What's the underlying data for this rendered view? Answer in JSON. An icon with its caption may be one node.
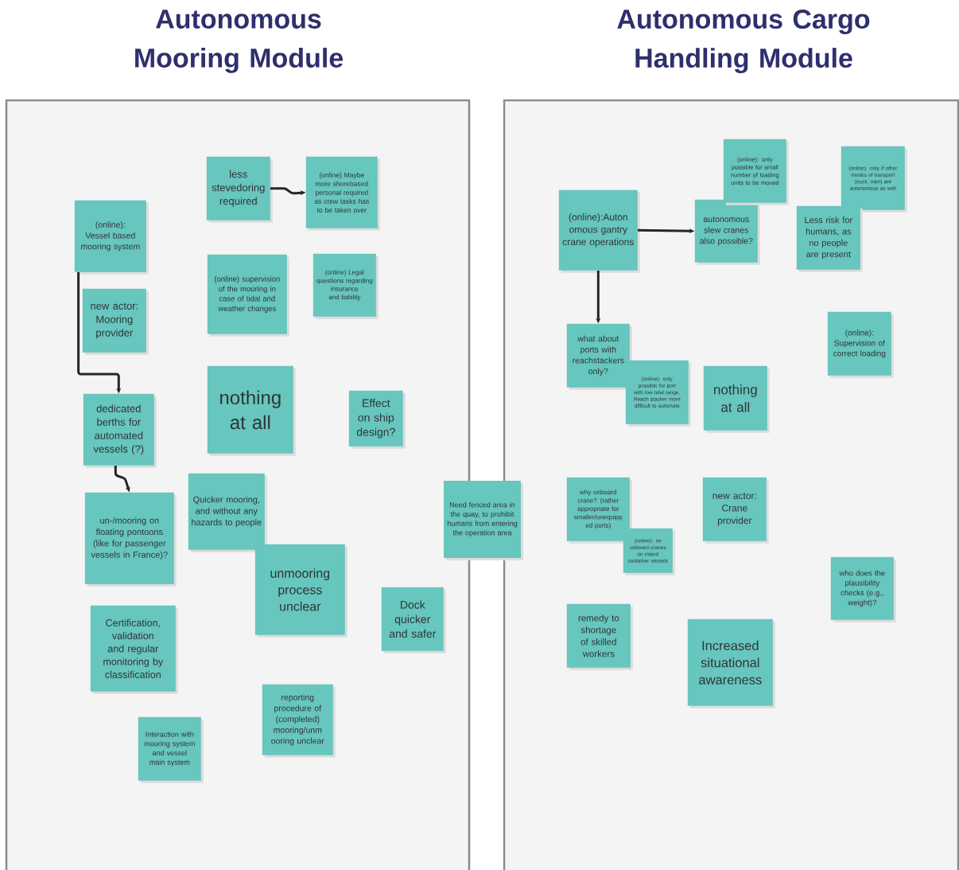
{
  "diagram": {
    "nodes": [
      {
        "text": [
          "Autonomous Mooring Module"
        ]
      },
      {
        "text": [
          "Autonomous Cargo Handling Module"
        ]
      },
      {
        "text": [
          "(online): Vessel based mooring system"
        ],
        "in": 0
      },
      {
        "text": [
          "less stevedoring required"
        ],
        "in": 0
      },
      {
        "text": [
          "(online) Maybe more shorebased personal required as crew tasks has to be taken over"
        ],
        "in": 0
      },
      {
        "text": [
          "new actor: Mooring provider"
        ],
        "in": 0
      },
      {
        "text": [
          "(online) supervision of the mooring in case of tidal and weather changes"
        ],
        "in": 0
      },
      {
        "text": [
          "(online) Legal questions regarding insurance and liability"
        ],
        "in": 0
      },
      {
        "text": [
          "nothing at all"
        ],
        "in": 0
      },
      {
        "text": [
          "Effect on ship design?"
        ],
        "in": 0
      },
      {
        "text": [
          "dedicated berths for automated vessels (?)"
        ],
        "in": 0
      },
      {
        "text": [
          "un-/mooring on floating pontoons (like for passenger vessels in France)?"
        ],
        "in": 0
      },
      {
        "text": [
          "Quicker mooring, and without any hazards to people"
        ],
        "in": 0
      },
      {
        "text": [
          "unmooring process unclear"
        ],
        "in": 0
      },
      {
        "text": [
          "Certification, validation and regular monitoring by classification"
        ],
        "in": 0
      },
      {
        "text": [
          "Dock quicker and safer"
        ],
        "in": 0
      },
      {
        "text": [
          "reporting procedure of (completed) mooring/unm ooring unclear"
        ],
        "in": 0
      },
      {
        "text": [
          "Interaction with mooring system and vessel main system"
        ],
        "in": 0
      },
      {
        "text": [
          "Need fenced area in the quay, to prohibit humans from entering the operation area"
        ]
      },
      {
        "text": [
          "(online):Auton omous gantry crane operations"
        ],
        "in": 1
      },
      {
        "text": [
          "autonomous slew cranes also possible?"
        ],
        "in": 1
      },
      {
        "text": [
          "(online): only possible for small number of loading units to be moved"
        ],
        "in": 1
      },
      {
        "text": [
          "(online): only if other modes of transport (truck, train) are autonomous as well"
        ],
        "in": 1
      },
      {
        "text": [
          "Less risk for humans, as no people are present"
        ],
        "in": 1
      },
      {
        "text": [
          "what about ports with reachstackers only?"
        ],
        "in": 1
      },
      {
        "text": [
          "(online): only possible for port with low tidal range, Reach stacker more difficult to automate"
        ],
        "in": 1
      },
      {
        "text": [
          "(online): Supervision of correct loading"
        ],
        "in": 1
      },
      {
        "text": [
          "nothing at all"
        ],
        "in": 1
      },
      {
        "text": [
          "why onboard crane? (rather appropriate for smaller/unequipp ed ports)"
        ],
        "in": 1
      },
      {
        "text": [
          "(online): no onboard cranes on inland container vessels"
        ],
        "in": 1
      },
      {
        "text": [
          "new actor: Crane provider"
        ],
        "in": 1
      },
      {
        "text": [
          "who does the plausibility checks (e.g., weight)?"
        ],
        "in": 1
      },
      {
        "text": [
          "remedy to shortage of skilled workers"
        ],
        "in": 1
      },
      {
        "text": [
          "Increased situational awareness"
        ],
        "in": 1
      }
    ],
    "edges": [
      {
        "from": 3,
        "to": 4,
        "arrow": "to"
      },
      {
        "from": 2,
        "to": 10,
        "arrow": "to"
      },
      {
        "from": 10,
        "to": 11,
        "arrow": "to"
      },
      {
        "from": 19,
        "to": 20,
        "arrow": "to"
      },
      {
        "from": 19,
        "to": 24,
        "arrow": "to"
      }
    ]
  }
}
